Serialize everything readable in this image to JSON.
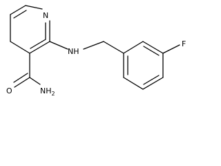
{
  "structure": {
    "atoms": {
      "pyridine_nitrogen": "N",
      "amine_nh": "NH",
      "fluorine": "F",
      "amide_oxygen": "O",
      "amide_nh2": "NH",
      "amide_nh2_subscript": "2"
    }
  }
}
